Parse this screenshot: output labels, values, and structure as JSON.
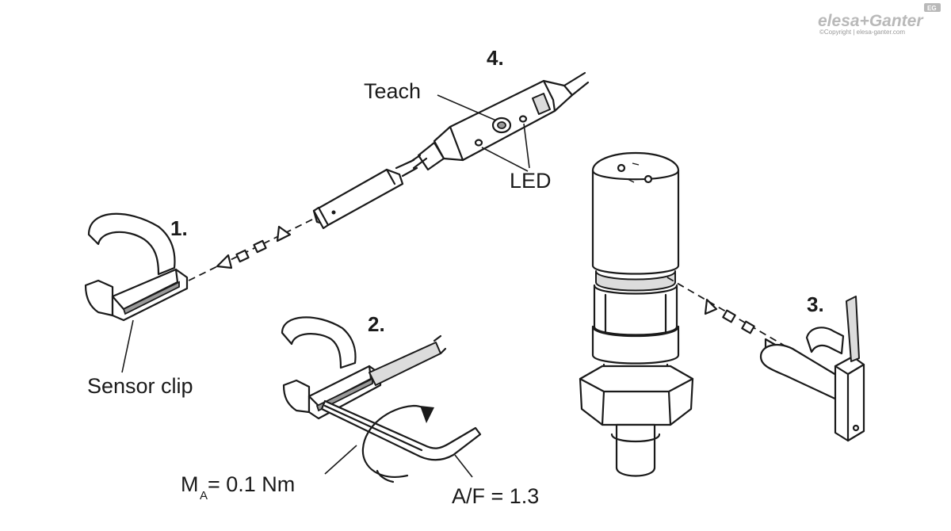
{
  "logo": {
    "brand": "elesa+Ganter",
    "badge": "EG",
    "copyright": "©Copyright | elesa-ganter.com"
  },
  "steps": {
    "s1": "1.",
    "s2": "2.",
    "s3": "3.",
    "s4": "4."
  },
  "labels": {
    "teach": "Teach",
    "led": "LED",
    "sensor_clip": "Sensor clip",
    "torque_symbol": "M",
    "torque_subscript": "A",
    "torque_value": " = 0.1 Nm",
    "af": "A/F = 1.3"
  }
}
